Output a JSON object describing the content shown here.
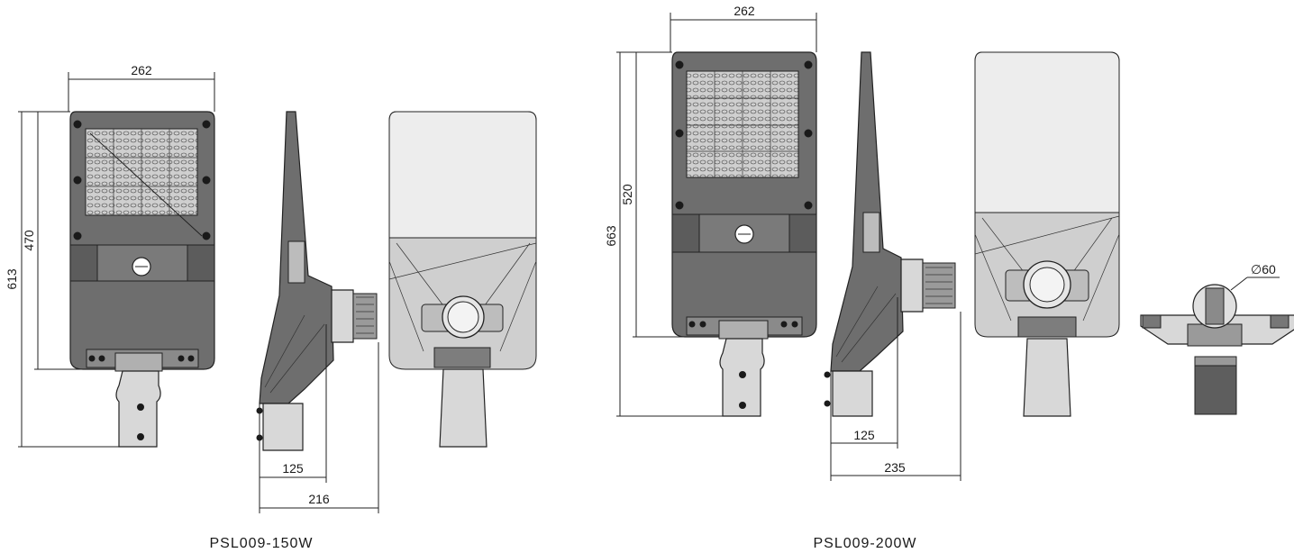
{
  "captions": {
    "left": "PSL009-150W",
    "right": "PSL009-200W"
  },
  "dimensions": {
    "left_width": "262",
    "left_height_total": "613",
    "left_height_body": "470",
    "left_side_inner": "125",
    "left_side_outer": "216",
    "right_width": "262",
    "right_height_total": "663",
    "right_height_body": "520",
    "right_side_inner": "125",
    "right_side_outer": "235",
    "right_diameter": "∅60"
  }
}
